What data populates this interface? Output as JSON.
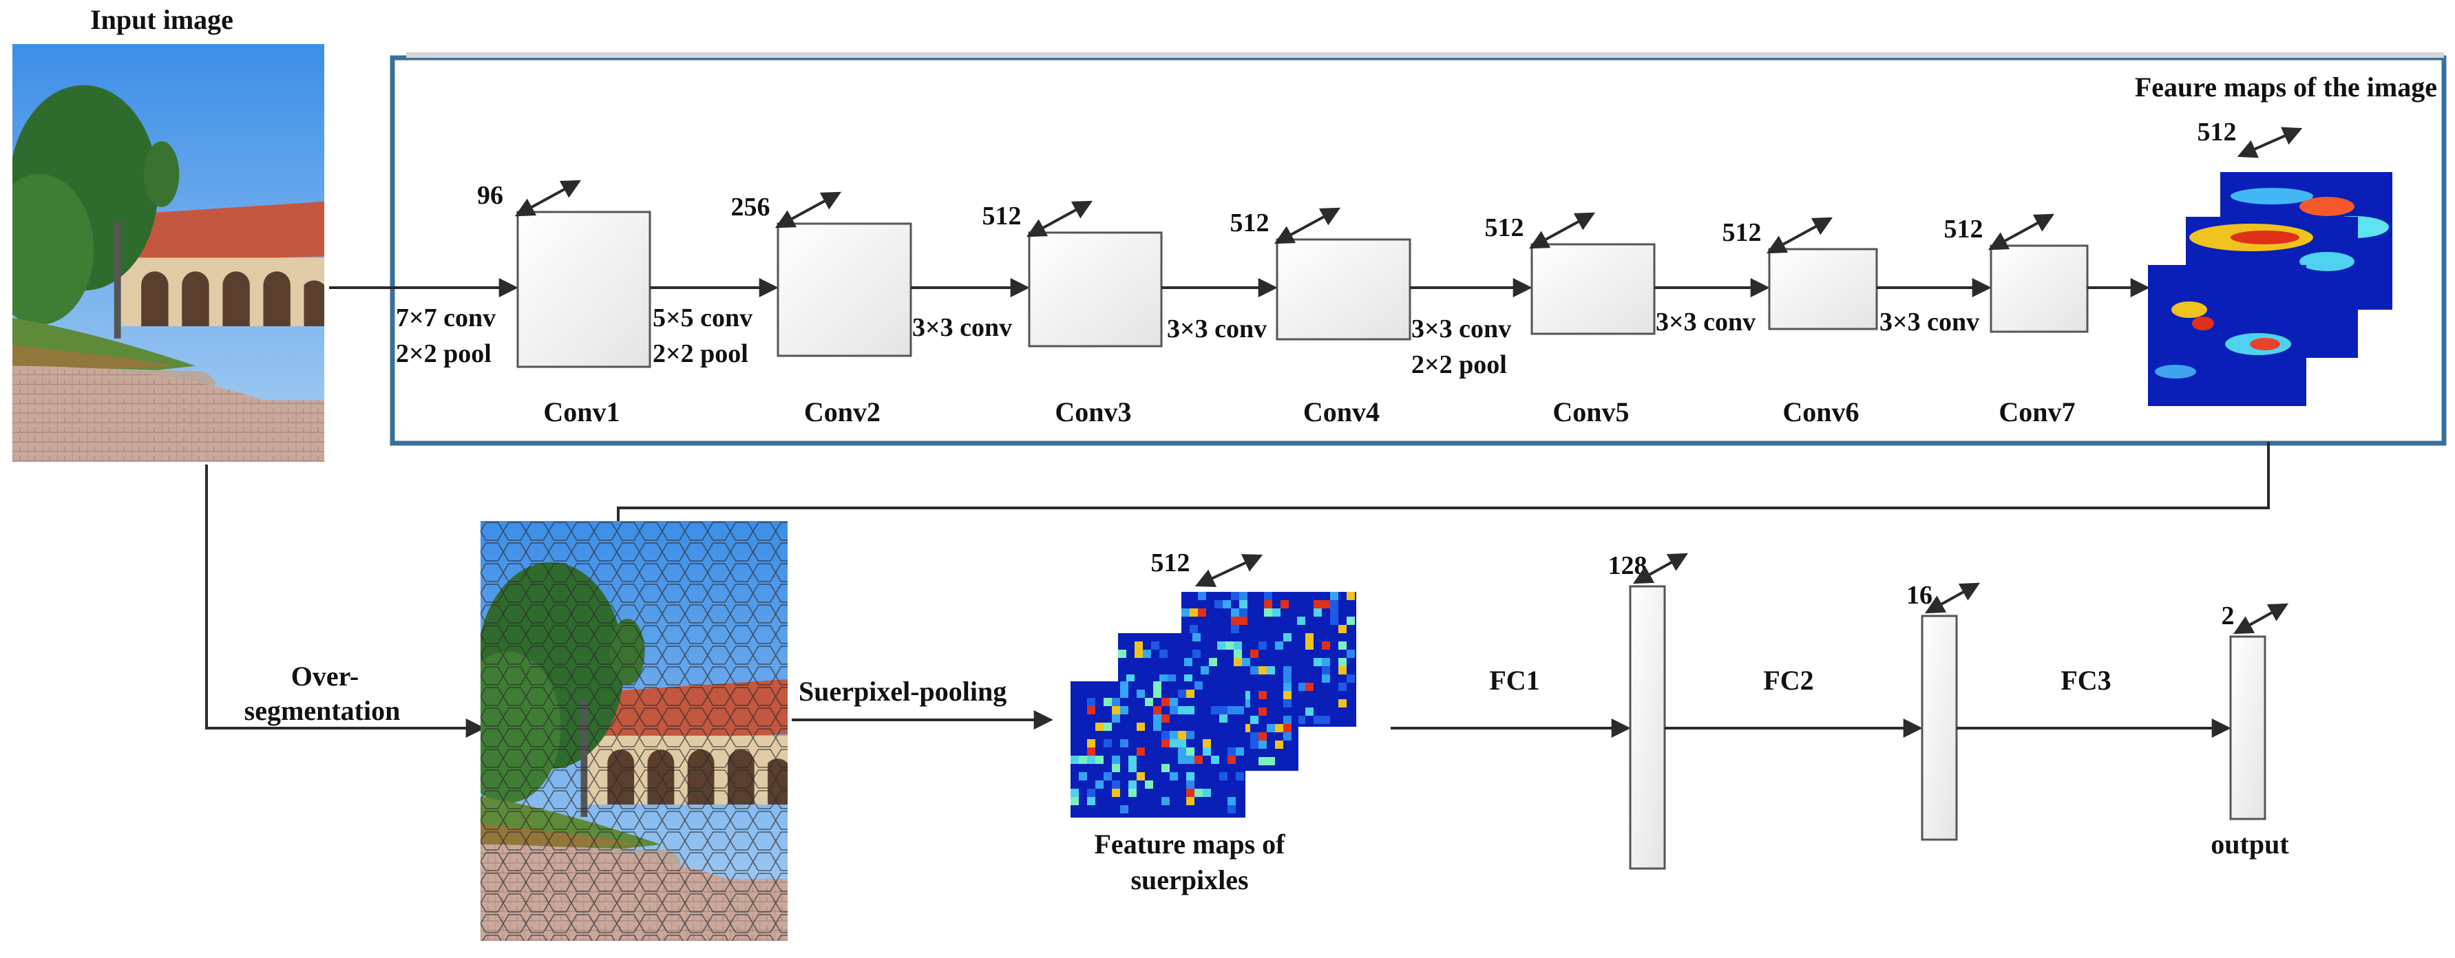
{
  "input_label": "Input image",
  "feature_maps_image_label": "Feaure maps of the image",
  "feature_maps_image_depth": "512",
  "conv_layers": [
    {
      "name": "Conv1",
      "depth": "96",
      "op": [
        "7×7 conv",
        "2×2 pool"
      ]
    },
    {
      "name": "Conv2",
      "depth": "256",
      "op": [
        "5×5 conv",
        "2×2 pool"
      ]
    },
    {
      "name": "Conv3",
      "depth": "512",
      "op": [
        "3×3 conv"
      ]
    },
    {
      "name": "Conv4",
      "depth": "512",
      "op": [
        "3×3 conv"
      ]
    },
    {
      "name": "Conv5",
      "depth": "512",
      "op": [
        "3×3 conv",
        "2×2 pool"
      ]
    },
    {
      "name": "Conv6",
      "depth": "512",
      "op": [
        "3×3 conv"
      ]
    },
    {
      "name": "Conv7",
      "depth": "512",
      "op": [
        "3×3 conv"
      ]
    }
  ],
  "overseg_label": [
    "Over-",
    "segmentation"
  ],
  "pooling_label": "Suerpixel-pooling",
  "superpixel_maps_label": [
    "Feature maps of",
    "suerpixles"
  ],
  "superpixel_maps_depth": "512",
  "fc_layers": [
    {
      "name": "FC1",
      "depth": "128"
    },
    {
      "name": "FC2",
      "depth": "16"
    },
    {
      "name": "FC3",
      "depth": "2"
    }
  ],
  "output_label": "output",
  "colors": {
    "frame": "#3a6f9c",
    "heat_bg": "#0a1fb8",
    "wire": "#2b2b2b"
  }
}
